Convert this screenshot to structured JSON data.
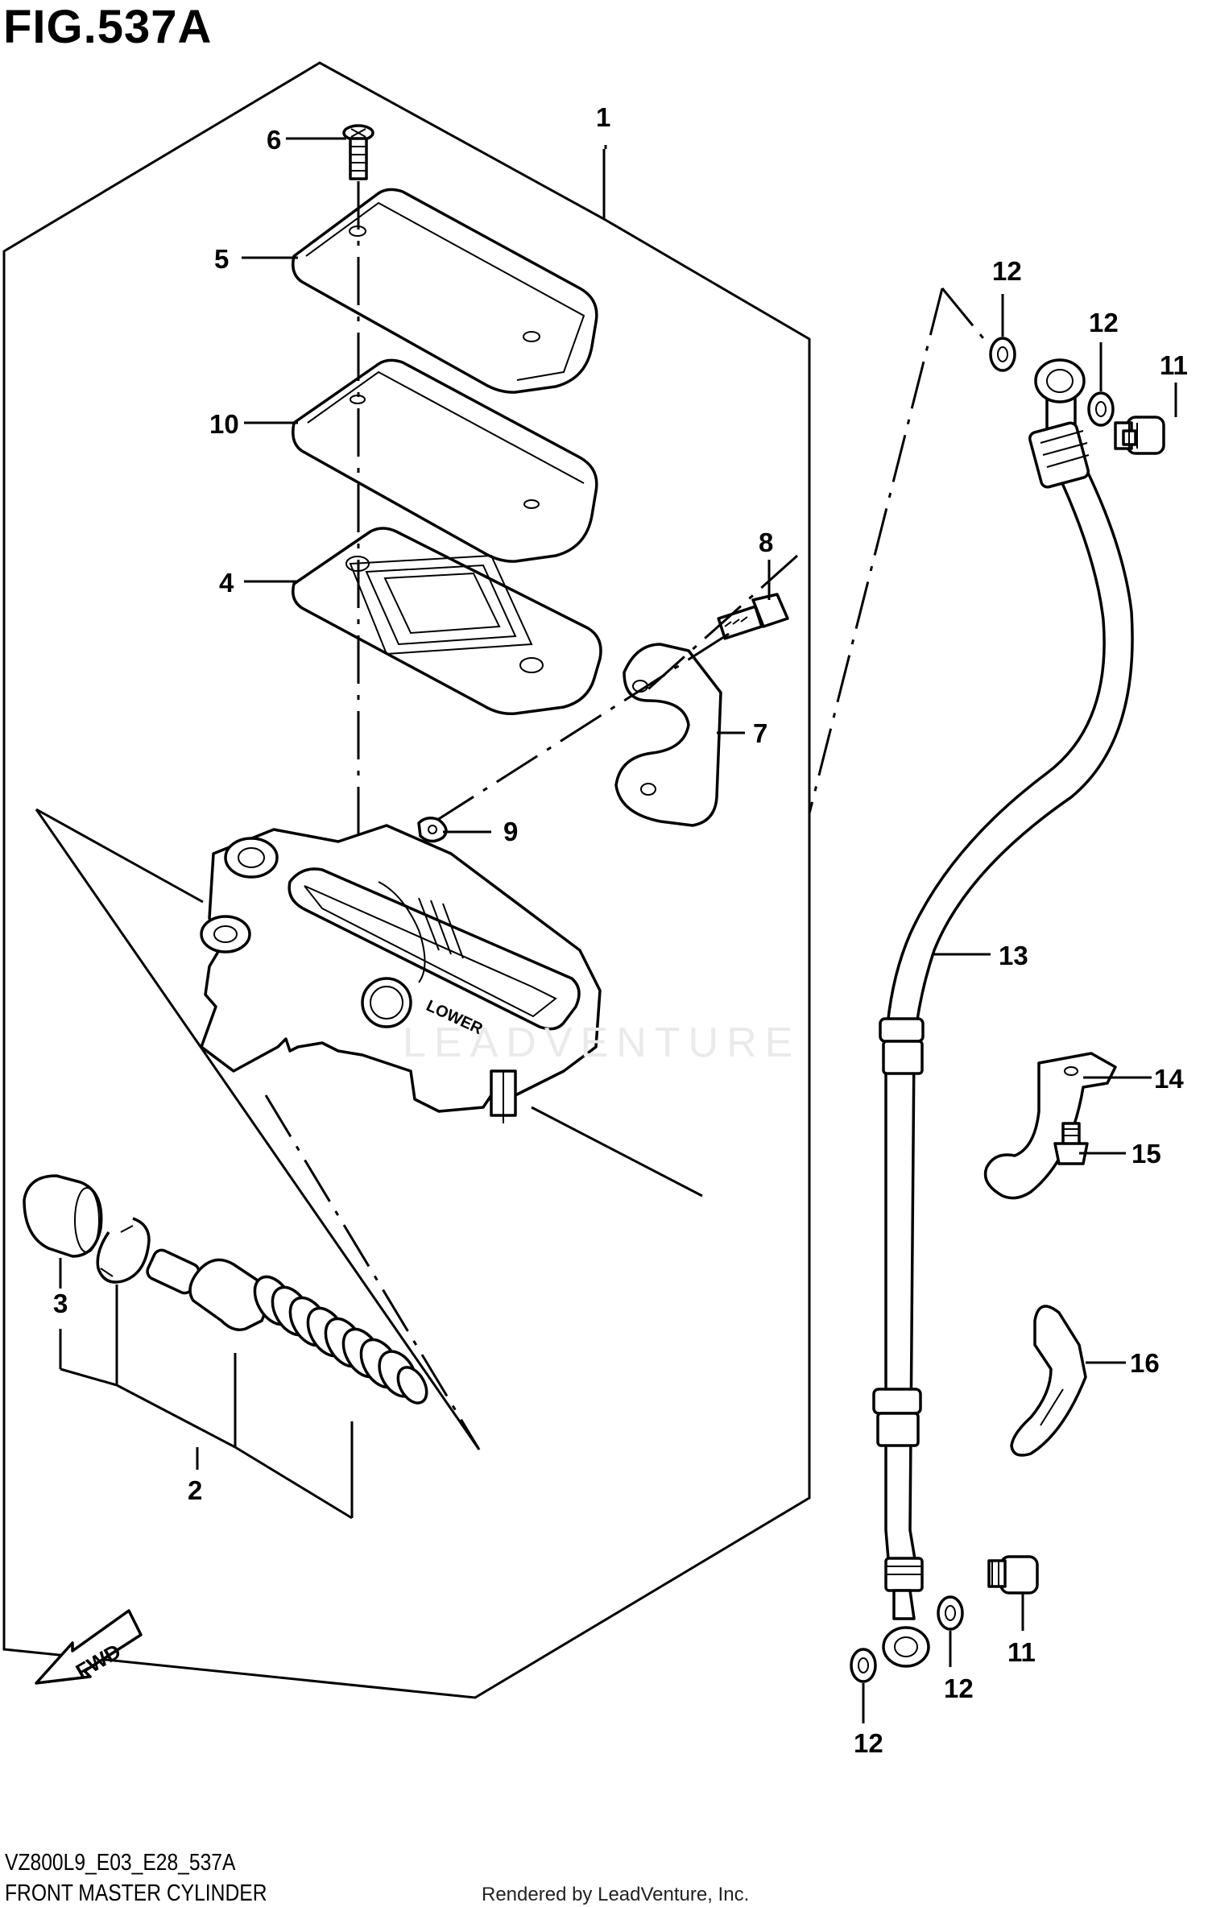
{
  "figure_title": "FIG.537A",
  "diagram_code": "VZ800L9_E03_E28_537A",
  "diagram_name": "FRONT MASTER CYLINDER",
  "rendered_by": "Rendered by LeadVenture, Inc.",
  "watermark": "LEADVENTURE",
  "fwd_label": "FWD",
  "lower_label": "LOWER",
  "callouts": {
    "c1": "1",
    "c2": "2",
    "c3": "3",
    "c4": "4",
    "c5": "5",
    "c6": "6",
    "c7": "7",
    "c8": "8",
    "c9": "9",
    "c10": "10",
    "c11a": "11",
    "c11b": "11",
    "c12a": "12",
    "c12b": "12",
    "c12c": "12",
    "c12d": "12",
    "c13": "13",
    "c14": "14",
    "c15": "15",
    "c16": "16"
  }
}
